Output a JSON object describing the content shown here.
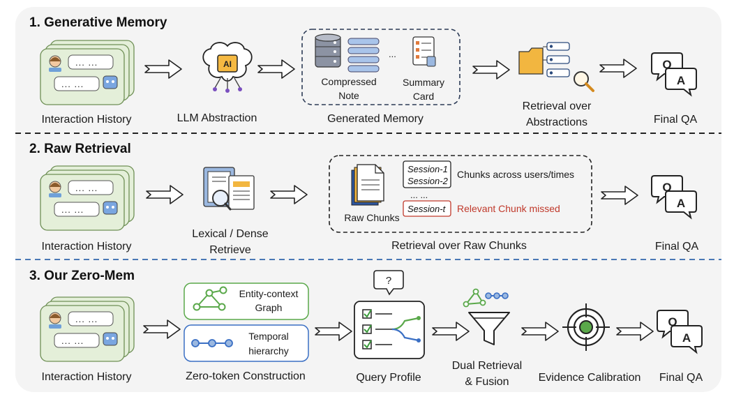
{
  "sections": [
    {
      "title": "1. Generative Memory",
      "labels": {
        "interaction": "Interaction History",
        "llm": "LLM Abstraction",
        "generated": "Generated Memory",
        "compressed": [
          "Compressed",
          "Note"
        ],
        "summary": [
          "Summary",
          "Card"
        ],
        "ellipsis": "...",
        "retrieval": [
          "Retrieval over",
          "Abstractions"
        ],
        "final": "Final QA"
      }
    },
    {
      "title": "2. Raw Retrieval",
      "labels": {
        "interaction": "Interaction History",
        "retrieve": [
          "Lexical / Dense",
          "Retrieve"
        ],
        "raw_chunks": "Raw Chunks",
        "session1": "Session-1",
        "session2": "Session-2",
        "dots": "... ...",
        "session_t": "Session-t",
        "chunks_across": "Chunks across users/times",
        "missed": "Relevant Chunk missed",
        "retrieval_raw": "Retrieval over Raw Chunks",
        "final": "Final QA"
      }
    },
    {
      "title": "3. Our Zero-Mem",
      "labels": {
        "interaction": "Interaction History",
        "entity": [
          "Entity-context",
          "Graph"
        ],
        "temporal": [
          "Temporal",
          "hierarchy"
        ],
        "zero_token": "Zero-token Construction",
        "query_profile": "Query Profile",
        "question_mark": "?",
        "dual": [
          "Dual Retrieval",
          "& Fusion"
        ],
        "evidence": "Evidence Calibration",
        "final": "Final QA"
      }
    }
  ],
  "icons": {
    "chat_dots": "... ...",
    "ai_chip": "AI",
    "qa_q": "Q",
    "qa_a": "A"
  },
  "colors": {
    "panel_bg": "#f4f4f4",
    "chat_green": "#e4efd9",
    "chat_green_border": "#6e8f55",
    "robot_blue": "#7aa6e0",
    "graph_green": "#5aa84a",
    "temporal_blue": "#3a6fc4",
    "missed_red": "#c0392b",
    "divider_blue": "#4a78b5"
  }
}
